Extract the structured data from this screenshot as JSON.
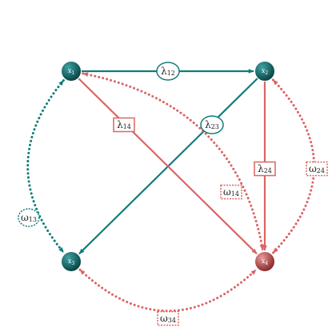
{
  "colors": {
    "teal": "#137b7b",
    "red": "#dc6464",
    "teal_node_light": "#3fa3a3",
    "teal_node_dark": "#0a4646",
    "red_node_light": "#e89a9a",
    "red_node_dark": "#8a2b2b",
    "background": "#ffffff"
  },
  "nodes": [
    {
      "id": "x1",
      "base": "x",
      "sub": "1",
      "color": "teal"
    },
    {
      "id": "x2",
      "base": "x",
      "sub": "2",
      "color": "teal"
    },
    {
      "id": "x3",
      "base": "x",
      "sub": "3",
      "color": "teal"
    },
    {
      "id": "x4",
      "base": "x",
      "sub": "4",
      "color": "red"
    }
  ],
  "edges": [
    {
      "id": "lambda12",
      "from": "x1",
      "to": "x2",
      "label_base": "λ",
      "label_sub": "12",
      "color": "teal",
      "style": "solid",
      "label_shape": "ellipse"
    },
    {
      "id": "lambda23",
      "from": "x2",
      "to": "x3",
      "label_base": "λ",
      "label_sub": "23",
      "color": "teal",
      "style": "solid",
      "label_shape": "ellipse"
    },
    {
      "id": "lambda14",
      "from": "x1",
      "to": "x4",
      "label_base": "λ",
      "label_sub": "14",
      "color": "red",
      "style": "solid",
      "label_shape": "rectangle"
    },
    {
      "id": "lambda24",
      "from": "x2",
      "to": "x4",
      "label_base": "λ",
      "label_sub": "24",
      "color": "red",
      "style": "solid",
      "label_shape": "rectangle"
    },
    {
      "id": "omega13",
      "from": "x1",
      "to": "x3",
      "label_base": "ω",
      "label_sub": "13",
      "color": "teal",
      "style": "dotted",
      "bidirectional": true,
      "label_shape": "dashed-ellipse"
    },
    {
      "id": "omega14",
      "from": "x1",
      "to": "x4",
      "label_base": "ω",
      "label_sub": "14",
      "color": "red",
      "style": "dotted",
      "bidirectional": true,
      "label_shape": "dashed-rectangle"
    },
    {
      "id": "omega24",
      "from": "x2",
      "to": "x4",
      "label_base": "ω",
      "label_sub": "24",
      "color": "red",
      "style": "dotted",
      "bidirectional": true,
      "label_shape": "dashed-rectangle"
    },
    {
      "id": "omega34",
      "from": "x3",
      "to": "x4",
      "label_base": "ω",
      "label_sub": "34",
      "color": "red",
      "style": "dotted",
      "bidirectional": true,
      "label_shape": "dashed-rectangle"
    }
  ]
}
